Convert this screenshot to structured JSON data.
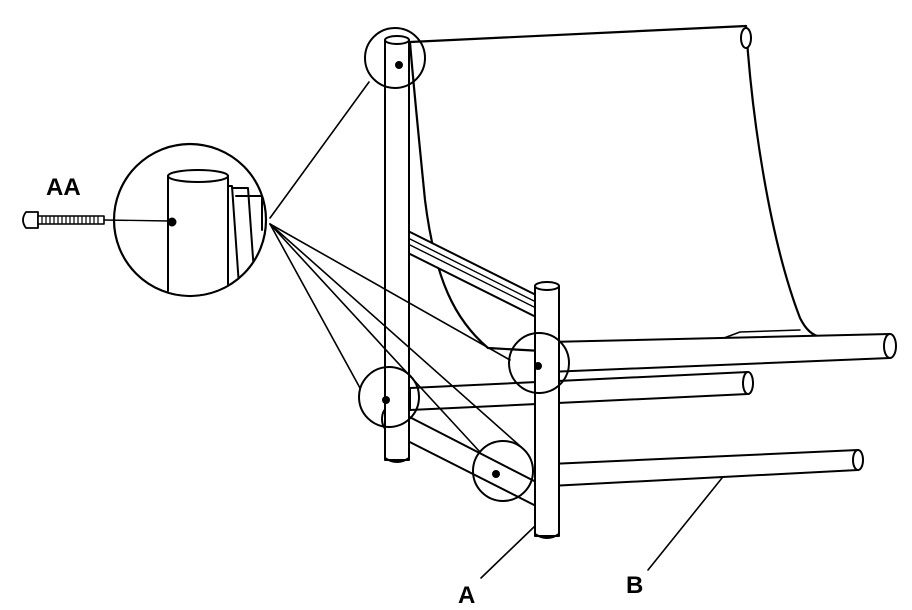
{
  "labels": {
    "part_aa": "AA",
    "part_a": "A",
    "part_b": "B"
  },
  "colors": {
    "stroke": "#000000",
    "fill": "#ffffff",
    "shade": "#e6e6e6"
  }
}
